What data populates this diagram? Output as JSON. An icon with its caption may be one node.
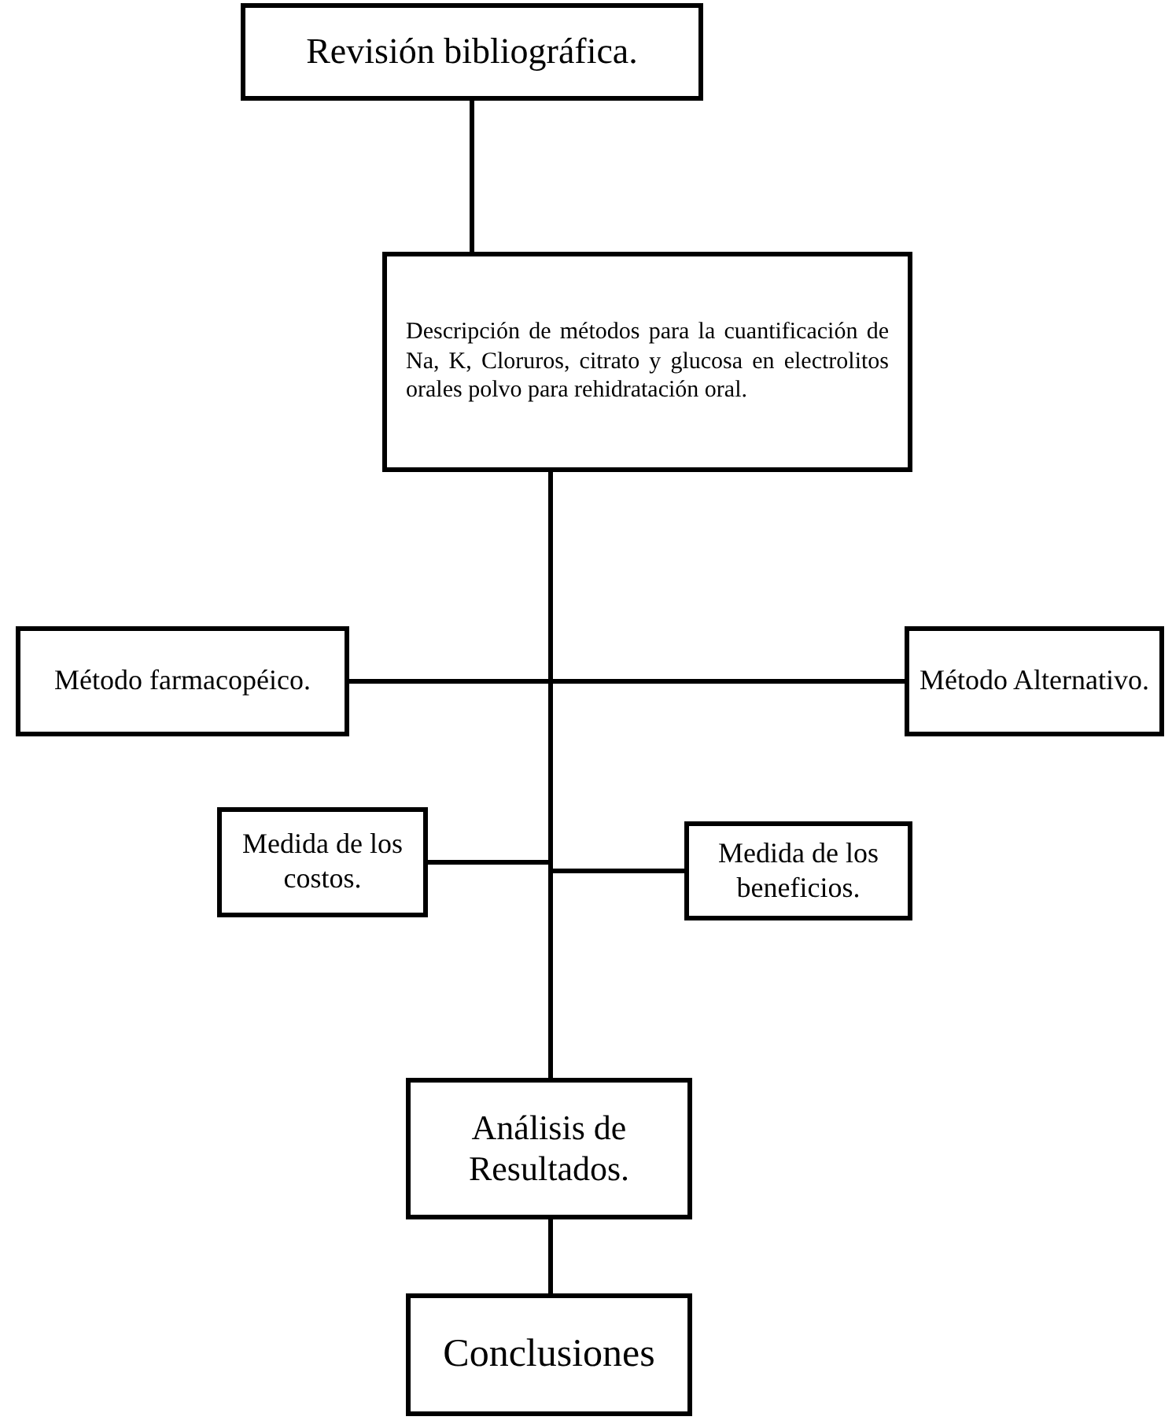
{
  "diagram": {
    "nodes": [
      {
        "text": [
          "Revisión bibliográfica."
        ]
      },
      {
        "text": [
          "Descripción de métodos para la cuantificación de Na, K, Cloruros, citrato y glucosa en electrolitos orales polvo para rehidratación oral."
        ]
      },
      {
        "text": [
          "Método farmacopéico."
        ]
      },
      {
        "text": [
          "Método Alternativo."
        ]
      },
      {
        "text": [
          "Medida de los costos."
        ]
      },
      {
        "text": [
          "Medida de los beneficios."
        ]
      },
      {
        "text": [
          "Análisis de Resultados."
        ]
      },
      {
        "text": [
          "Conclusiones"
        ]
      }
    ],
    "edges": [
      {
        "from": 0,
        "to": 1,
        "arrow": "none"
      },
      {
        "from": 1,
        "to": 2,
        "arrow": "none"
      },
      {
        "from": 1,
        "to": 3,
        "arrow": "none"
      },
      {
        "from": 1,
        "to": 4,
        "arrow": "none"
      },
      {
        "from": 1,
        "to": 5,
        "arrow": "none"
      },
      {
        "from": 1,
        "to": 6,
        "arrow": "none"
      },
      {
        "from": 6,
        "to": 7,
        "arrow": "none"
      }
    ]
  }
}
